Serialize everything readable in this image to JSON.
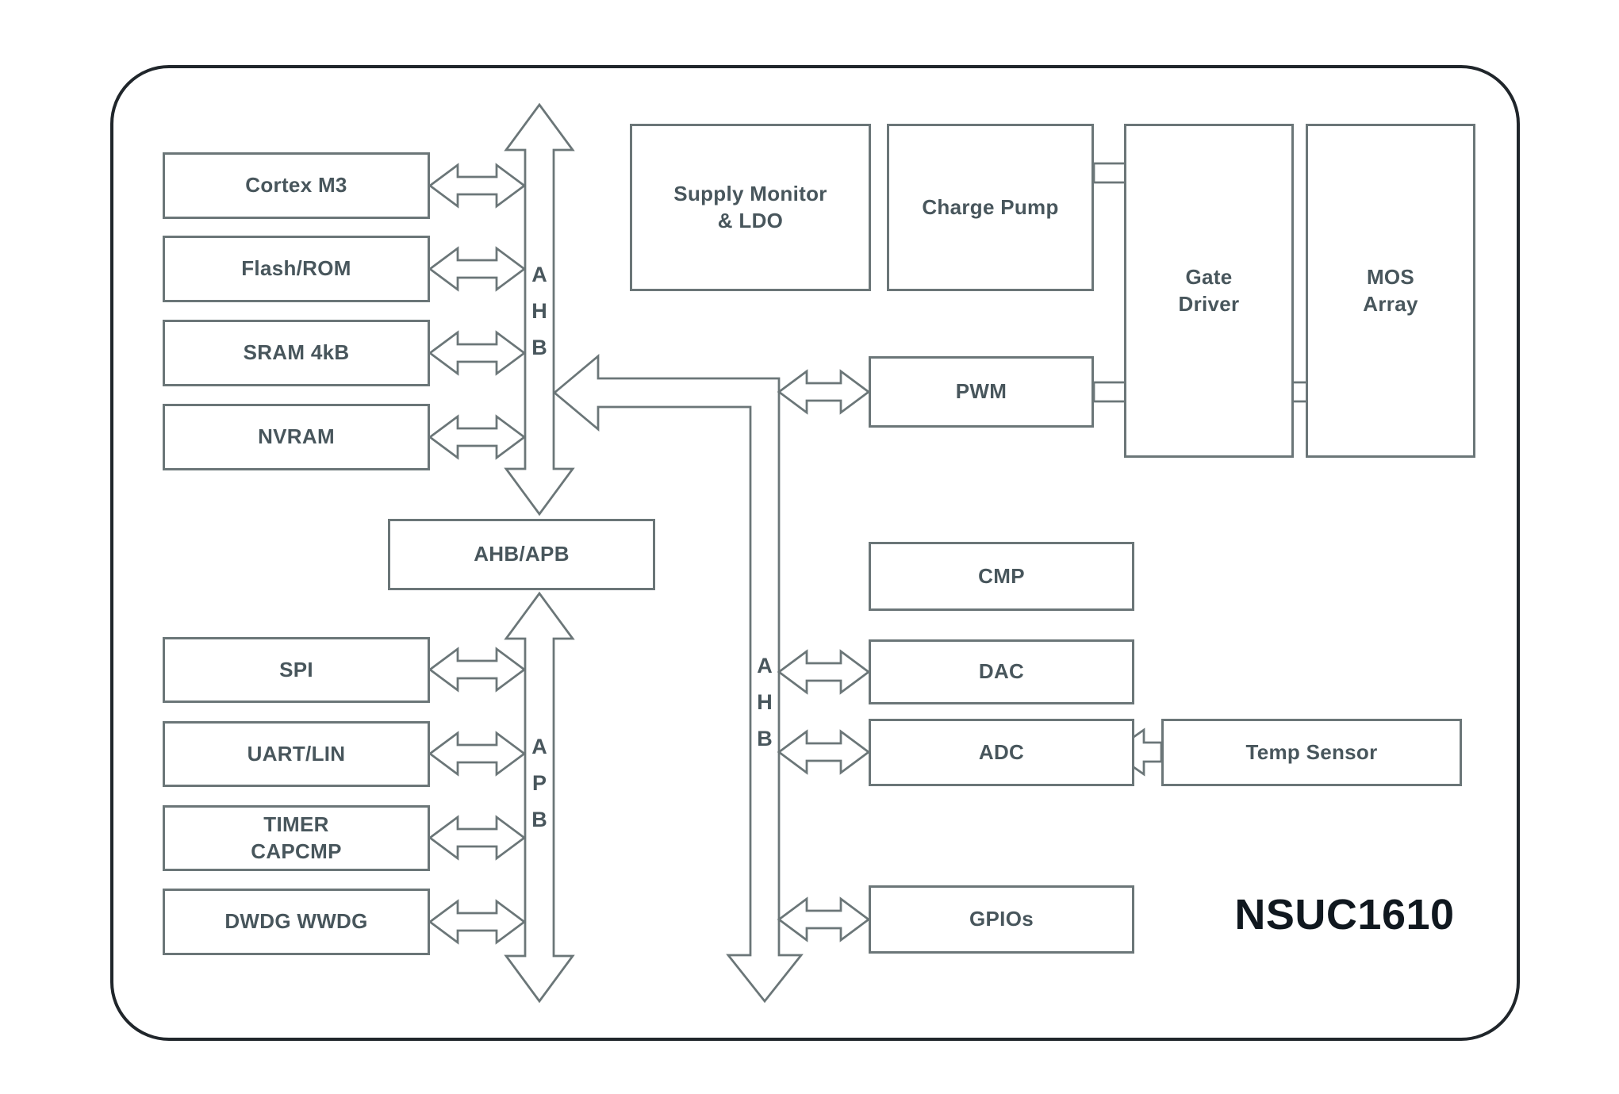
{
  "chip": {
    "name": "NSUC1610"
  },
  "colors": {
    "frame_border": "#20262b",
    "line_stroke": "#6b7678",
    "label_text": "#48565c",
    "chip_name_text": "#10181f",
    "background": "#ffffff"
  },
  "blocks": {
    "cortex_m3": "Cortex M3",
    "flash_rom": "Flash/ROM",
    "sram": "SRAM 4kB",
    "nvram": "NVRAM",
    "ahb_apb_bridge": "AHB/APB",
    "spi": "SPI",
    "uart_lin": "UART/LIN",
    "timer_capcmp": [
      "TIMER",
      "CAPCMP"
    ],
    "dwdg_wwdg": "DWDG WWDG",
    "supply_monitor_ldo": [
      "Supply Monitor",
      "& LDO"
    ],
    "charge_pump": "Charge Pump",
    "gate_driver": [
      "Gate",
      "Driver"
    ],
    "mos_array": [
      "MOS",
      "Array"
    ],
    "pwm": "PWM",
    "cmp": "CMP",
    "dac": "DAC",
    "adc": "ADC",
    "gpios": "GPIOs",
    "temp_sensor": "Temp Sensor"
  },
  "buses": {
    "ahb_cpu": {
      "name": "AHB",
      "letters": [
        "A",
        "H",
        "B"
      ]
    },
    "apb": {
      "name": "APB",
      "letters": [
        "A",
        "P",
        "B"
      ]
    },
    "ahb_peripheral": {
      "name": "AHB",
      "letters": [
        "A",
        "H",
        "B"
      ]
    }
  }
}
